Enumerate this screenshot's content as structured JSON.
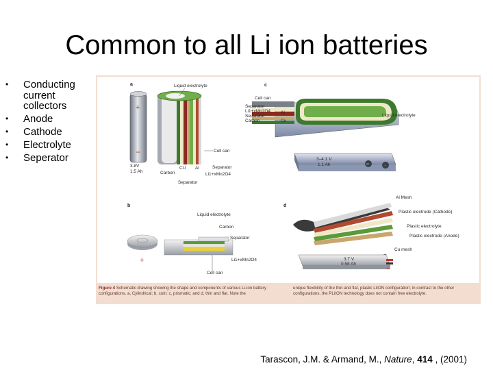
{
  "slide": {
    "title": "Common to all Li ion batteries",
    "bullet_symbol": "•",
    "bullets": [
      "Conducting current collectors",
      "Anode",
      "Cathode",
      "Electrolyte",
      "Seperator"
    ]
  },
  "figure": {
    "panels": {
      "a": "a",
      "b": "b",
      "c": "c",
      "d": "d"
    },
    "panel_a": {
      "liquid_electrolyte": "Liquid electrolyte",
      "voltage": "3.8V",
      "capacity": "1.5 Ah",
      "carbon": "Carbon",
      "cu": "CU",
      "al": "Al",
      "separator_right": "Separator",
      "limno": "Li1+xMn2O4",
      "separator_bottom": "Separator",
      "cell_can": "Cell can",
      "plus": "+",
      "minus": "−"
    },
    "panel_b": {
      "liquid_electrolyte": "Liquid electrolyte",
      "carbon": "Carbon",
      "separator": "Separator",
      "limno": "Li1+xMn2O4",
      "cell_can": "Cell can",
      "plus": "+"
    },
    "panel_c": {
      "cell_can": "Cell can",
      "separator1": "Separator",
      "limno": "Li1+xMn2O4",
      "separator2": "Separator",
      "carbon": "Carbon",
      "al": "Al",
      "cu": "Cu",
      "liquid_electrolyte": "Liquid electrolyte",
      "voltage": "3–4.1 V",
      "capacity": "1.1 Ah",
      "minus": "−",
      "plus": "+"
    },
    "panel_d": {
      "al_mesh": "Al Mesh",
      "plastic_electrode_cathode": "Plastic electrode (Cathode)",
      "plastic_electrolyte": "Plastic electrolyte",
      "plastic_electrode_anode": "Plastic electrode (Anode)",
      "cu_mesh": "Cu mesh",
      "voltage": "3.7 V",
      "capacity": "0.58 Ah",
      "minus": "−",
      "plus": "+"
    },
    "caption": {
      "label": "Figure 4",
      "left": "Schematic drawing showing the shape and components of various Li-ion battery configurations. a, Cylindrical; b, coin; c, prismatic; and d, thin and flat. Note the",
      "right": "unique flexibility of the thin and flat, plastic LiION configuration; in contrast to the other configurations, the PLiION technology does not contain free electrolyte."
    },
    "colors": {
      "background": "#f3ddd0",
      "anode_green": "#5a9a3a",
      "cathode_red": "#9a3a2a",
      "separator_cream": "#efe8c8",
      "can_steel": "#9aa0a8",
      "can_blue": "#7a8aa8"
    }
  },
  "citation": {
    "authors": "Tarascon, J.M. & Armand, M., ",
    "journal": "Nature",
    "sep1": ", ",
    "volume": "414",
    "sep2": " , (2001)"
  }
}
